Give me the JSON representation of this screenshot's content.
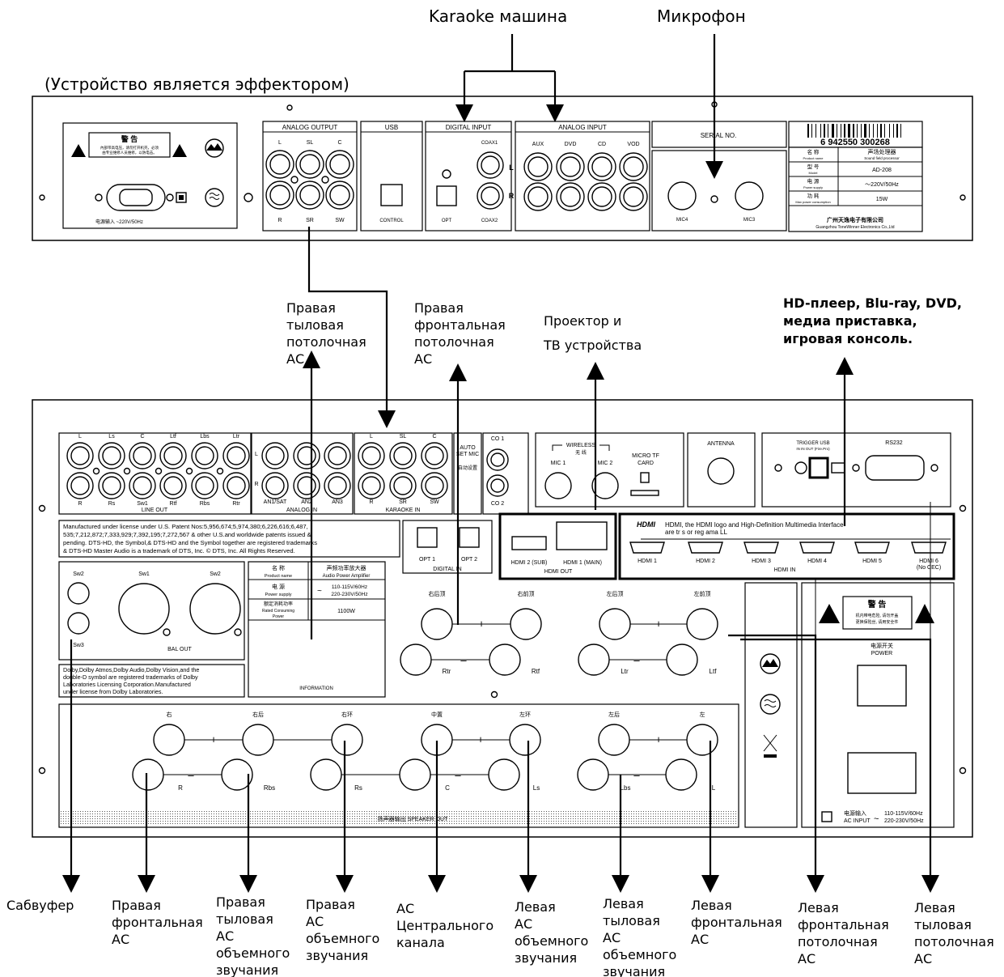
{
  "top_labels": {
    "karaoke": "Karaoke машина",
    "microphone": "Микрофон",
    "effector": "(Устройство является эффектором)"
  },
  "mid_labels": {
    "rear_ceiling_right": "Правая\nтыловая\nпотолочная\nАС",
    "front_ceiling_right": "Правая\nфронтальная\nпотолочная\nАС",
    "projector_1": "Проектор и",
    "projector_2": "ТВ устройства",
    "sources_1": "HD-плеер, Blu-ray, DVD,",
    "sources_2": "медиа приставка,",
    "sources_3": "игровая консоль."
  },
  "bottom_labels": [
    "Сабвуфер",
    "Правая\nфронтальная\nАС",
    "Правая\nтыловая\nАС\nобъемного\nзвучания",
    "Правая\nАС\nобъемного\nзвучания",
    "АС\nЦентрального\nканала",
    "Левая\nАС\nобъемного\nзвучания",
    "Левая\nтыловая\nАС\nобъемного\nзвучания",
    "Левая\nфронтальная\nАС",
    "Левая\nфронтальная\nпотолочная\nАС",
    "Левая\nтыловая\nпотолочная\nАС"
  ],
  "effector_panel": {
    "warning_title": "警 告",
    "warning_text_1": "內部带高电压，请勿打开机壳，必须",
    "warning_text_2": "由专业维修人员维修，以防电击。",
    "power_input": "电源输入 ~220V/50Hz",
    "analog_output": "ANALOG OUTPUT",
    "ao_top": [
      "L",
      "SL",
      "C"
    ],
    "ao_bottom": [
      "R",
      "SR",
      "SW"
    ],
    "usb": "USB",
    "control": "CONTROL",
    "digital_input": "DIGITAL INPUT",
    "opt": "OPT",
    "coax1": "COAX1",
    "coax2": "COAX2",
    "analog_input": "ANALOG INPUT",
    "ai_labels": [
      "AUX",
      "DVD",
      "CD",
      "VOD"
    ],
    "ai_lr": [
      "L",
      "R"
    ],
    "serial": "SERIAL NO.",
    "mic4": "MIC4",
    "mic3": "MIC3",
    "barcode": "6 942550 300268",
    "info_rows": [
      {
        "zh": "名 称",
        "en": "Product name",
        "val": "声场处理器",
        "val2": "Sound field processor"
      },
      {
        "zh": "型 号",
        "en": "Model",
        "val": "AD-208",
        "val2": ""
      },
      {
        "zh": "电 源",
        "en": "Power supply",
        "val": "～220V/50Hz",
        "val2": ""
      },
      {
        "zh": "功 耗",
        "en": "Max power consumption",
        "val": "15W",
        "val2": ""
      }
    ],
    "company_zh": "广州天逸电子有限公司",
    "company_en": "Guangzhou ToneWinner Electronics Co.,Ltd"
  },
  "receiver_panel": {
    "line_out_top": [
      "L",
      "Ls",
      "C",
      "Ltf",
      "Lbs",
      "Ltr"
    ],
    "line_out_bottom": [
      "R",
      "Rs",
      "Sw1",
      "Rtf",
      "Rbs",
      "Rtr"
    ],
    "line_out": "LINE OUT",
    "analog_in": [
      "AN1/SAT",
      "AN2",
      "AN3"
    ],
    "analog_in_title": "ANALOG IN",
    "karaoke_top": [
      "L",
      "SL",
      "C"
    ],
    "karaoke_bottom": [
      "R",
      "SR",
      "SW"
    ],
    "karaoke_in": "KARAOKE IN",
    "auto_set_mic": "AUTO\nSET MIC",
    "auto_set_zh": "自动设置",
    "co1": "CO 1",
    "co2": "CO 2",
    "wireless": "WIRELESS",
    "wireless_zh": "无 线",
    "mic1": "MIC 1",
    "mic2": "MIC 2",
    "micro_tf": "MICRO TF\nCARD",
    "antenna": "ANTENNA",
    "trigger": "TRIGGER USB",
    "trigger_sub": "IN IN OUT  (Fire.Pro)",
    "rs232": "RS232",
    "license_text": "Manufactured under license under U.S. Patent Nos:5,956,674;5,974,380;6,226,616;6,487,\n535;7,212,872;7,333,929;7,392,195;7,272,567 & other U.S.and worldwide patents issued &\npending. DTS-HD,  the Symbol,& DTS-HD and the Symbol together  are  registered trademarks\n& DTS-HD Master Audio is a trademark of DTS, Inc. © DTS, Inc. All Rights Reserved.",
    "opt1": "OPT 1",
    "opt2": "OPT 2",
    "digital_in": "DIGITAL IN",
    "hdmi_out_ports": [
      "HDMI 2 (SUB)",
      "HDMI 1 (MAIN)"
    ],
    "hdmi_out": "HDMI OUT",
    "hdmi_text_1": "HDMI, the HDMI logo and High-Definition Multimedia Interface",
    "hdmi_text_2": "are tr    s or reg         ama       LL",
    "hdmi_logo": "HDMI",
    "hdmi_in_ports": [
      "HDMI 1",
      "HDMI 2",
      "HDMI 3",
      "HDMI 4",
      "HDMI 5",
      "HDMI 6\n(No CEC)"
    ],
    "hdmi_in": "HDMI IN",
    "sw_labels": [
      "Sw2",
      "Sw1",
      "Sw2",
      "Sw3"
    ],
    "bal_out": "BAL OUT",
    "info_title_zh": "名 称",
    "info_title_en": "Product name",
    "info_title_val": "声频功率放大器",
    "info_title_val_en": "Audio Power Amplifier",
    "info_power_zh": "电 源",
    "info_power_en": "Power supply",
    "info_power_val": "110-115V/60Hz\n220-230V/50Hz",
    "info_rated_zh": "额定消耗功率",
    "info_rated_en": "Rated Consuming\nPower",
    "info_rated_val": "1100W",
    "information": "INFORMATION",
    "dolby_text": "Dolby,Dolby Atmos,Dolby Audio,Dolby Vision,and the\ndouble-D symbol are registered trademarks of Dolby\nLaboratories Licensing Corporation.Manufactured\nunder license from Dolby Laboratories.",
    "height_zh": [
      "右后顶",
      "右前顶",
      "左后顶",
      "左前顶"
    ],
    "height_en": [
      "Rtr",
      "Rtf",
      "Ltr",
      "Ltf"
    ],
    "speaker_zh": [
      "右",
      "右后",
      "右环",
      "中置",
      "左环",
      "左后",
      "左"
    ],
    "speaker_en": [
      "R",
      "Rbs",
      "Rs",
      "C",
      "Ls",
      "Lbs",
      "L"
    ],
    "speaker_out": "扬声器输出   SPEAKER OUT",
    "warning_title": "警 告",
    "warning_text": "机内带电危险, 请勿开盖\n更换保险丝, 请用安全件",
    "power_zh": "电源开关",
    "power": "POWER",
    "ac_input_zh": "电源输入",
    "ac_input": "AC INPUT",
    "ac_volt": "110-115V/60Hz\n220-230V/50Hz"
  }
}
